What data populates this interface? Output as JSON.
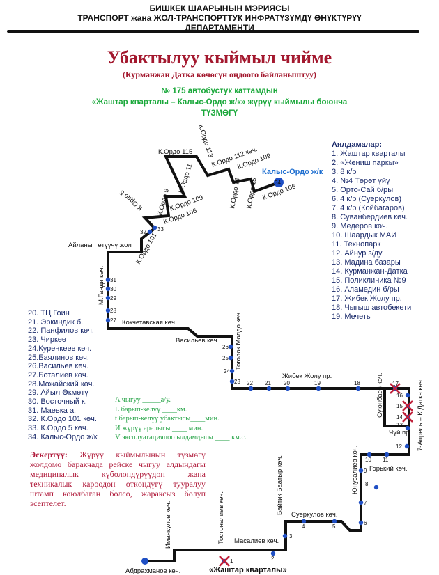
{
  "header": {
    "line1": "БИШКЕК ШААРЫНЫН МЭРИЯСЫ",
    "line2": "ТРАНСПОРТ жана ЖОЛ-ТРАНСПОРТТУК ИНФРАТҮЗҮМДҮ ӨНҮКТҮРҮҮ",
    "line3": "ДЕПАРТАМЕНТИ"
  },
  "title": "Убактылуу кыймыл чийме",
  "subtitle": "(Курманжан Датка көчөсүн оңдоого байланыштуу)",
  "route": {
    "line1": "№ 175  автобустук каттамдын",
    "line2": "«Жаштар кварталы – Калыс-Ордо ж/к»  жүрүү кыймылы боюнча",
    "line3": "ТҮЗМӨГҮ"
  },
  "stops_heading": "Аялдамалар:",
  "stops_right": [
    "1. Жаштар кварталы",
    "2. «Жениш паркы»",
    "3. 8 к/р",
    "4. №4 Төрөт үйү",
    "5. Орто-Сай б/ры",
    "6. 4 к/р (Суеркулов)",
    "7. 4 к/р (Койбагаров)",
    "8. Суванбердиев көч.",
    "9. Медеров  көч.",
    "10. Шаардык МАИ",
    "11. Технопарк",
    "12. Айнур з/ду",
    "13. Мадина базары",
    "14. Курманжан-Датка",
    "15. Поликлиника №9",
    "16. Аламедин б/ры",
    "17. Жибек Жолу пр.",
    "18. Чыгыш автобекети",
    "19. Мечеть"
  ],
  "stops_left": [
    "20. ТЦ Гоин",
    "21. Эркиндик б.",
    "22. Панфилов көч.",
    "23. Чиркөө",
    "24.Куренкеев көч.",
    "25.Баялинов көч.",
    "26.Васильев көч.",
    "27.Боталиев көч.",
    "28.Можайский көч.",
    "29. Айыл Өкмөтү",
    "30. Восточный к.",
    "31. Маевка а.",
    "32. К.Ордо 101 көч.",
    "33. К.Ордо 5 көч.",
    "34. Калыс-Ордо ж/к"
  ],
  "params": [
    "A чыгуу _____а/у.",
    "L барып-келүү ____км.",
    "t барып-келүү убактысы____мин.",
    "И жүрүү аралыгы ____     мин.",
    "V эксплуатациялоо ылдамдыгы ____ км.с."
  ],
  "note": {
    "label": "Эскертүү:",
    "text": "Жүрүү кыймылынын түзмөгү жолдомо баракчада рейске чыгуу алдындагы медициналык күбөлөндүрүүдөн жана техникалык кароодон өткөндүгү тууралуу штамп коюлбаган болсо, жараксыз болуп эсептелет."
  },
  "map": {
    "start_label": "«Жаштар кварталы»",
    "end_label": "Калыс-Ордо ж/к",
    "streets": [
      "Абдрахманов көч.",
      "Иманкулов көч.",
      "Тостоналиев көч.",
      "Масалиев көч.",
      "Байтик Баатыр көч.",
      "Суеркулов көч.",
      "Юнусалиев көч.",
      "Горький көч.",
      "7-Апрель – К.Датка көч.",
      "Чүй пр.",
      "Суюнбаев көч.",
      "Жибек Жолу пр.",
      "Тоголок Молдо көч.",
      "Васильев көч.",
      "Кокчетавская көч.",
      "М.Ганди көч.",
      "Айланып өтүүчү жол",
      "К.Ордо 101",
      "К.Ордо 5",
      "К.Ордо 106",
      "К.Ордо 9",
      "К.Ордо 109",
      "К.Ордо 11",
      "К.Ордо 115",
      "К.Ордо 113",
      "К.Ордо 112 көч.",
      "К.Ордо 14",
      "К.Ордо 109",
      "К.Ордо 15",
      "К.Ордо 106"
    ],
    "stop_numbers": [
      "1",
      "2",
      "3",
      "4",
      "5",
      "6",
      "7",
      "8",
      "9",
      "10",
      "11",
      "12",
      "13",
      "14",
      "15",
      "16",
      "17",
      "18",
      "19",
      "20",
      "21",
      "22",
      "23",
      "24",
      "25",
      "26",
      "27",
      "28",
      "29",
      "30",
      "31",
      "32",
      "33",
      "34"
    ],
    "closed_stops": [
      "1",
      "14",
      "15",
      "17"
    ]
  },
  "colors": {
    "route": "#111111",
    "stop": "#1f4fc4",
    "closed": "#c0203a",
    "title": "#a3182e",
    "green": "#1aa83a"
  }
}
